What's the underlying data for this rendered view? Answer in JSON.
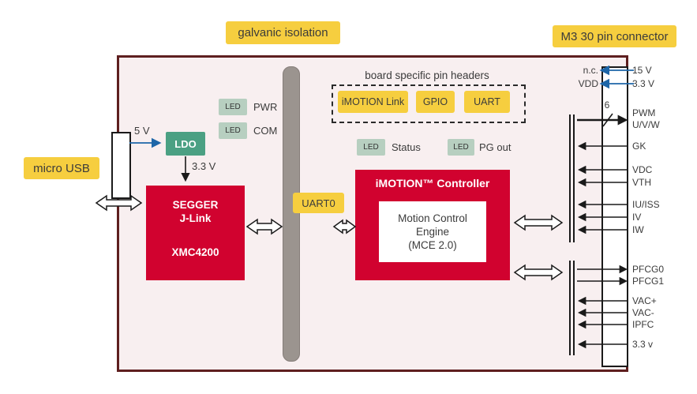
{
  "titles": {
    "galvanic_isolation": "galvanic isolation",
    "m3_connector": "M3 30 pin connector",
    "micro_usb": "micro USB"
  },
  "power_chain": {
    "input_voltage": "5 V",
    "regulator": "LDO",
    "output_voltage": "3.3 V"
  },
  "leds": {
    "pwr": {
      "chip": "LED",
      "label": "PWR"
    },
    "com": {
      "chip": "LED",
      "label": "COM"
    },
    "status": {
      "chip": "LED",
      "label": "Status"
    },
    "pg_out": {
      "chip": "LED",
      "label": "PG out"
    }
  },
  "debugger": {
    "vendor": "SEGGER",
    "product": "J-Link",
    "mcu": "XMC4200"
  },
  "isolation": {
    "uart_label": "UART0"
  },
  "pin_headers": {
    "title": "board specific pin headers",
    "items": [
      {
        "label": "iMOTION Link"
      },
      {
        "label": "GPIO"
      },
      {
        "label": "UART"
      }
    ]
  },
  "controller": {
    "title": "iMOTION™ Controller",
    "engine_line1": "Motion Control",
    "engine_line2": "Engine",
    "engine_line3": "(MCE 2.0)"
  },
  "connector": {
    "nc_label": "n.c.",
    "vdd_label": "VDD",
    "bus_count": "6",
    "pins_right": [
      {
        "label": "15 V"
      },
      {
        "label": "3.3 V"
      },
      {
        "label": "PWM"
      },
      {
        "label": "U/V/W"
      },
      {
        "label": "GK"
      },
      {
        "label": "VDC"
      },
      {
        "label": "VTH"
      },
      {
        "label": "IU/ISS"
      },
      {
        "label": "IV"
      },
      {
        "label": "IW"
      },
      {
        "label": "PFCG0"
      },
      {
        "label": "PFCG1"
      },
      {
        "label": "VAC+"
      },
      {
        "label": "VAC-"
      },
      {
        "label": "IPFC"
      },
      {
        "label": "3.3 v"
      }
    ]
  },
  "colors": {
    "accent_yellow": "#f6ce3f",
    "brand_red": "#d1022f",
    "teal_green": "#4ba083",
    "led_green": "#b7cfc0",
    "board_bg": "#f8eff0",
    "board_border": "#5e1f1f",
    "isolation_gray": "#9b948f",
    "arrow_blue": "#1e66a8"
  }
}
